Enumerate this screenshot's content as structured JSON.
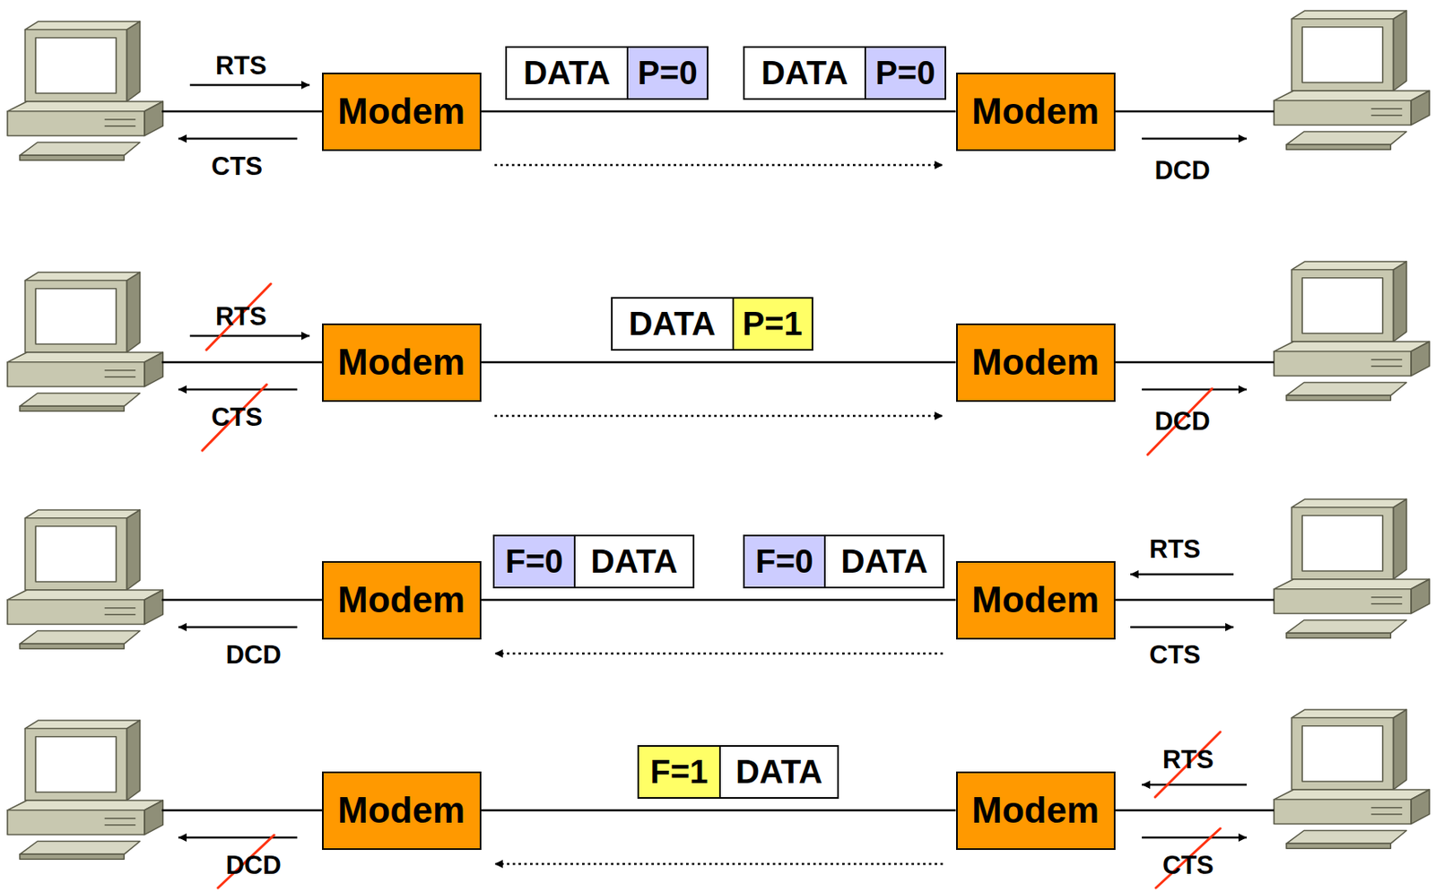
{
  "diagram": {
    "nodes": [
      {
        "text": [
          "Modem"
        ]
      },
      {
        "text": [
          "DATA",
          "P=0"
        ]
      },
      {
        "text": [
          "DATA",
          "P=0"
        ]
      },
      {
        "text": [
          "Modem"
        ]
      },
      {
        "text": [
          "Modem"
        ]
      },
      {
        "text": [
          "DATA",
          "P=1"
        ]
      },
      {
        "text": [
          "Modem"
        ]
      },
      {
        "text": [
          "Modem"
        ]
      },
      {
        "text": [
          "F=0",
          "DATA"
        ]
      },
      {
        "text": [
          "F=0",
          "DATA"
        ]
      },
      {
        "text": [
          "Modem"
        ]
      },
      {
        "text": [
          "Modem"
        ]
      },
      {
        "text": [
          "F=1",
          "DATA"
        ]
      },
      {
        "text": [
          "Modem"
        ]
      }
    ],
    "edges": [
      {
        "from": 0,
        "to": 3,
        "arrow": "none"
      },
      {
        "from": 4,
        "to": 6,
        "arrow": "none"
      },
      {
        "from": 7,
        "to": 10,
        "arrow": "none"
      },
      {
        "from": 11,
        "to": 13,
        "arrow": "none"
      }
    ],
    "labels": [
      "RTS",
      "CTS",
      "DCD",
      "RTS",
      "CTS",
      "DCD",
      "RTS",
      "DCD",
      "CTS",
      "RTS",
      "DCD",
      "CTS"
    ]
  }
}
